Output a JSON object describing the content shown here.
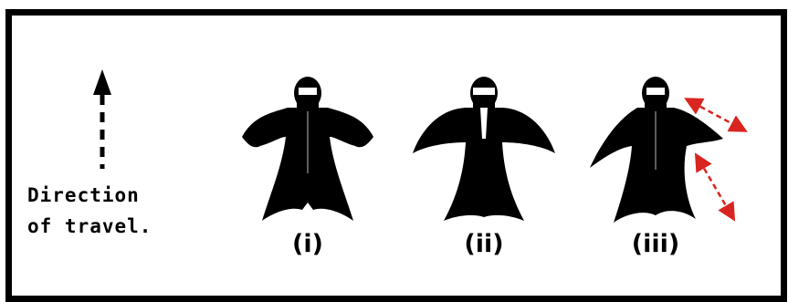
{
  "direction_label_line1": "Direction",
  "direction_label_line2": "of travel.",
  "figures": [
    {
      "label": "(i)"
    },
    {
      "label": "(ii)"
    },
    {
      "label": "(iii)"
    }
  ],
  "colors": {
    "ink": "#000000",
    "arrow_accent": "#d8251f",
    "background": "#ffffff"
  },
  "icons": [
    "direction-arrow-icon",
    "wingsuit-flyer-icon",
    "double-headed-arrow-icon"
  ]
}
